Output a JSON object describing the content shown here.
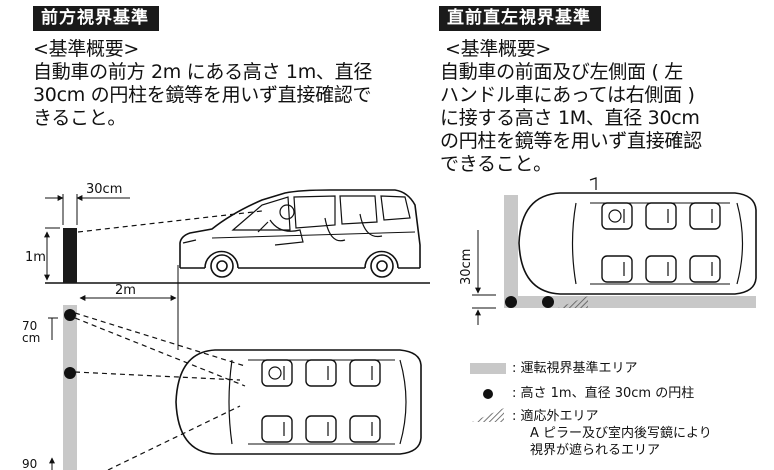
{
  "left": {
    "tag": "前方視界基準",
    "heading": "<基準概要>",
    "text_lines": [
      "自動車の前方 2m にある高さ 1m、直径",
      "30cm の円柱を鏡等を用いず直接確認で",
      "きること。"
    ],
    "labels": {
      "width_30cm": "30cm",
      "height_1m": "1m",
      "distance_2m": "2m",
      "side_70": "70",
      "side_cm": "cm",
      "side_90": "90"
    }
  },
  "right": {
    "tag": "直前直左視界基準",
    "heading": "<基準概要>",
    "text_lines": [
      "自動車の前面及び左側面 ( 左",
      "ハンドル車にあっては右側面 )",
      "に接する高さ 1M、直径 30cm",
      "の円柱を鏡等を用いず直接確認",
      "できること。"
    ],
    "labels": {
      "height_30cm": "30cm"
    }
  },
  "legend": {
    "zone": ": 運転視界基準エリア",
    "pillar": ": 高さ 1m、直径 30cm の円柱",
    "excluded_1": ": 適応外エリア",
    "excluded_2": "A ピラー及び室内後写鏡により",
    "excluded_3": "視界が遮られるエリア"
  }
}
